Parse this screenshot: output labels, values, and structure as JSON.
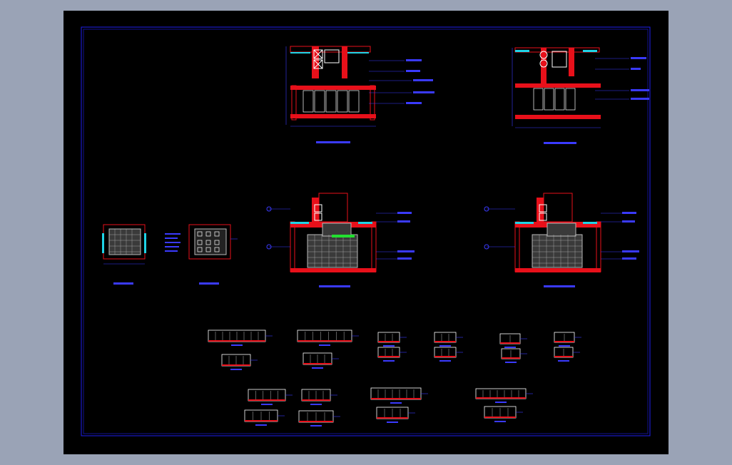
{
  "viewer": {
    "background_color": "#9aa3b6",
    "sheet_color": "#000000",
    "frame_color": "#1e1ef0"
  },
  "palette": {
    "wall": "#e8101a",
    "fixture": "#ffffff",
    "glass": "#1fd3e6",
    "dimension": "#3a3aff",
    "grid": "#b9b9b9",
    "highlight": "#22e030"
  },
  "sheet_content": {
    "plan_views": [
      {
        "id": "plan-top-left",
        "title_label": "",
        "kind": "layout"
      },
      {
        "id": "plan-top-right",
        "title_label": "",
        "kind": "layout"
      },
      {
        "id": "plan-mid-left",
        "title_label": "",
        "kind": "ceiling"
      },
      {
        "id": "plan-mid-right",
        "title_label": "",
        "kind": "ceiling"
      }
    ],
    "detail_views": [
      {
        "id": "detail-left-1",
        "title_label": ""
      },
      {
        "id": "detail-left-2",
        "title_label": ""
      }
    ],
    "elevation_count": 20
  }
}
